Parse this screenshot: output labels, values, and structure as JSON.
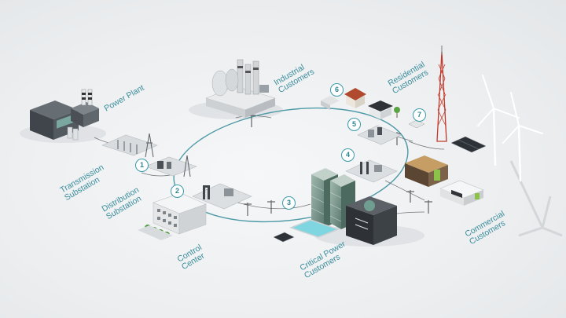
{
  "labels": {
    "power_plant": [
      "Power Plant"
    ],
    "industrial": [
      "Industrial",
      "Customers"
    ],
    "residential": [
      "Residential",
      "Customers"
    ],
    "transmission": [
      "Transmission",
      "Substation"
    ],
    "distribution": [
      "Distribution",
      "Substation"
    ],
    "control": [
      "Control",
      "Center"
    ],
    "critical": [
      "Critical Power",
      "Customers"
    ],
    "commercial": [
      "Commercial",
      "Customers"
    ]
  },
  "badges": [
    "1",
    "2",
    "3",
    "4",
    "5",
    "6",
    "7"
  ],
  "colors": {
    "accent": "#3a8d9b",
    "ring": "#4e9aa6",
    "tower_red": "#c0392b"
  }
}
